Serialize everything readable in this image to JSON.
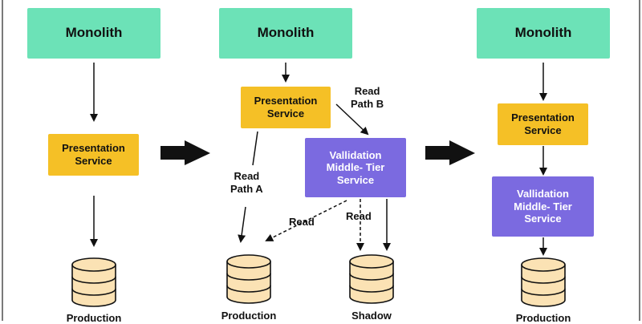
{
  "colors": {
    "monolith": "#6ce2b7",
    "presentation": "#f5c026",
    "validation": "#7b6ae0",
    "database": "#fbe2b4",
    "arrow": "#111111"
  },
  "stages": [
    {
      "monolith": "Monolith",
      "presentation": "Presentation\nService",
      "databases": [
        {
          "label": "Production",
          "icon": "database-icon"
        }
      ]
    },
    {
      "monolith": "Monolith",
      "presentation": "Presentation\nService",
      "validation": "Vallidation\nMiddle- Tier\nService",
      "edge_labels": {
        "read_path_a": "Read\nPath A",
        "read_path_b": "Read\nPath B",
        "read_production": "Read",
        "read_shadow": "Read"
      },
      "databases": [
        {
          "label": "Production",
          "icon": "database-icon"
        },
        {
          "label": "Shadow",
          "icon": "database-icon"
        }
      ]
    },
    {
      "monolith": "Monolith",
      "presentation": "Presentation\nService",
      "validation": "Vallidation\nMiddle- Tier\nService",
      "databases": [
        {
          "label": "Production",
          "icon": "database-icon"
        }
      ]
    }
  ],
  "transitions": [
    "stage-1-to-2-arrow-icon",
    "stage-2-to-3-arrow-icon"
  ]
}
